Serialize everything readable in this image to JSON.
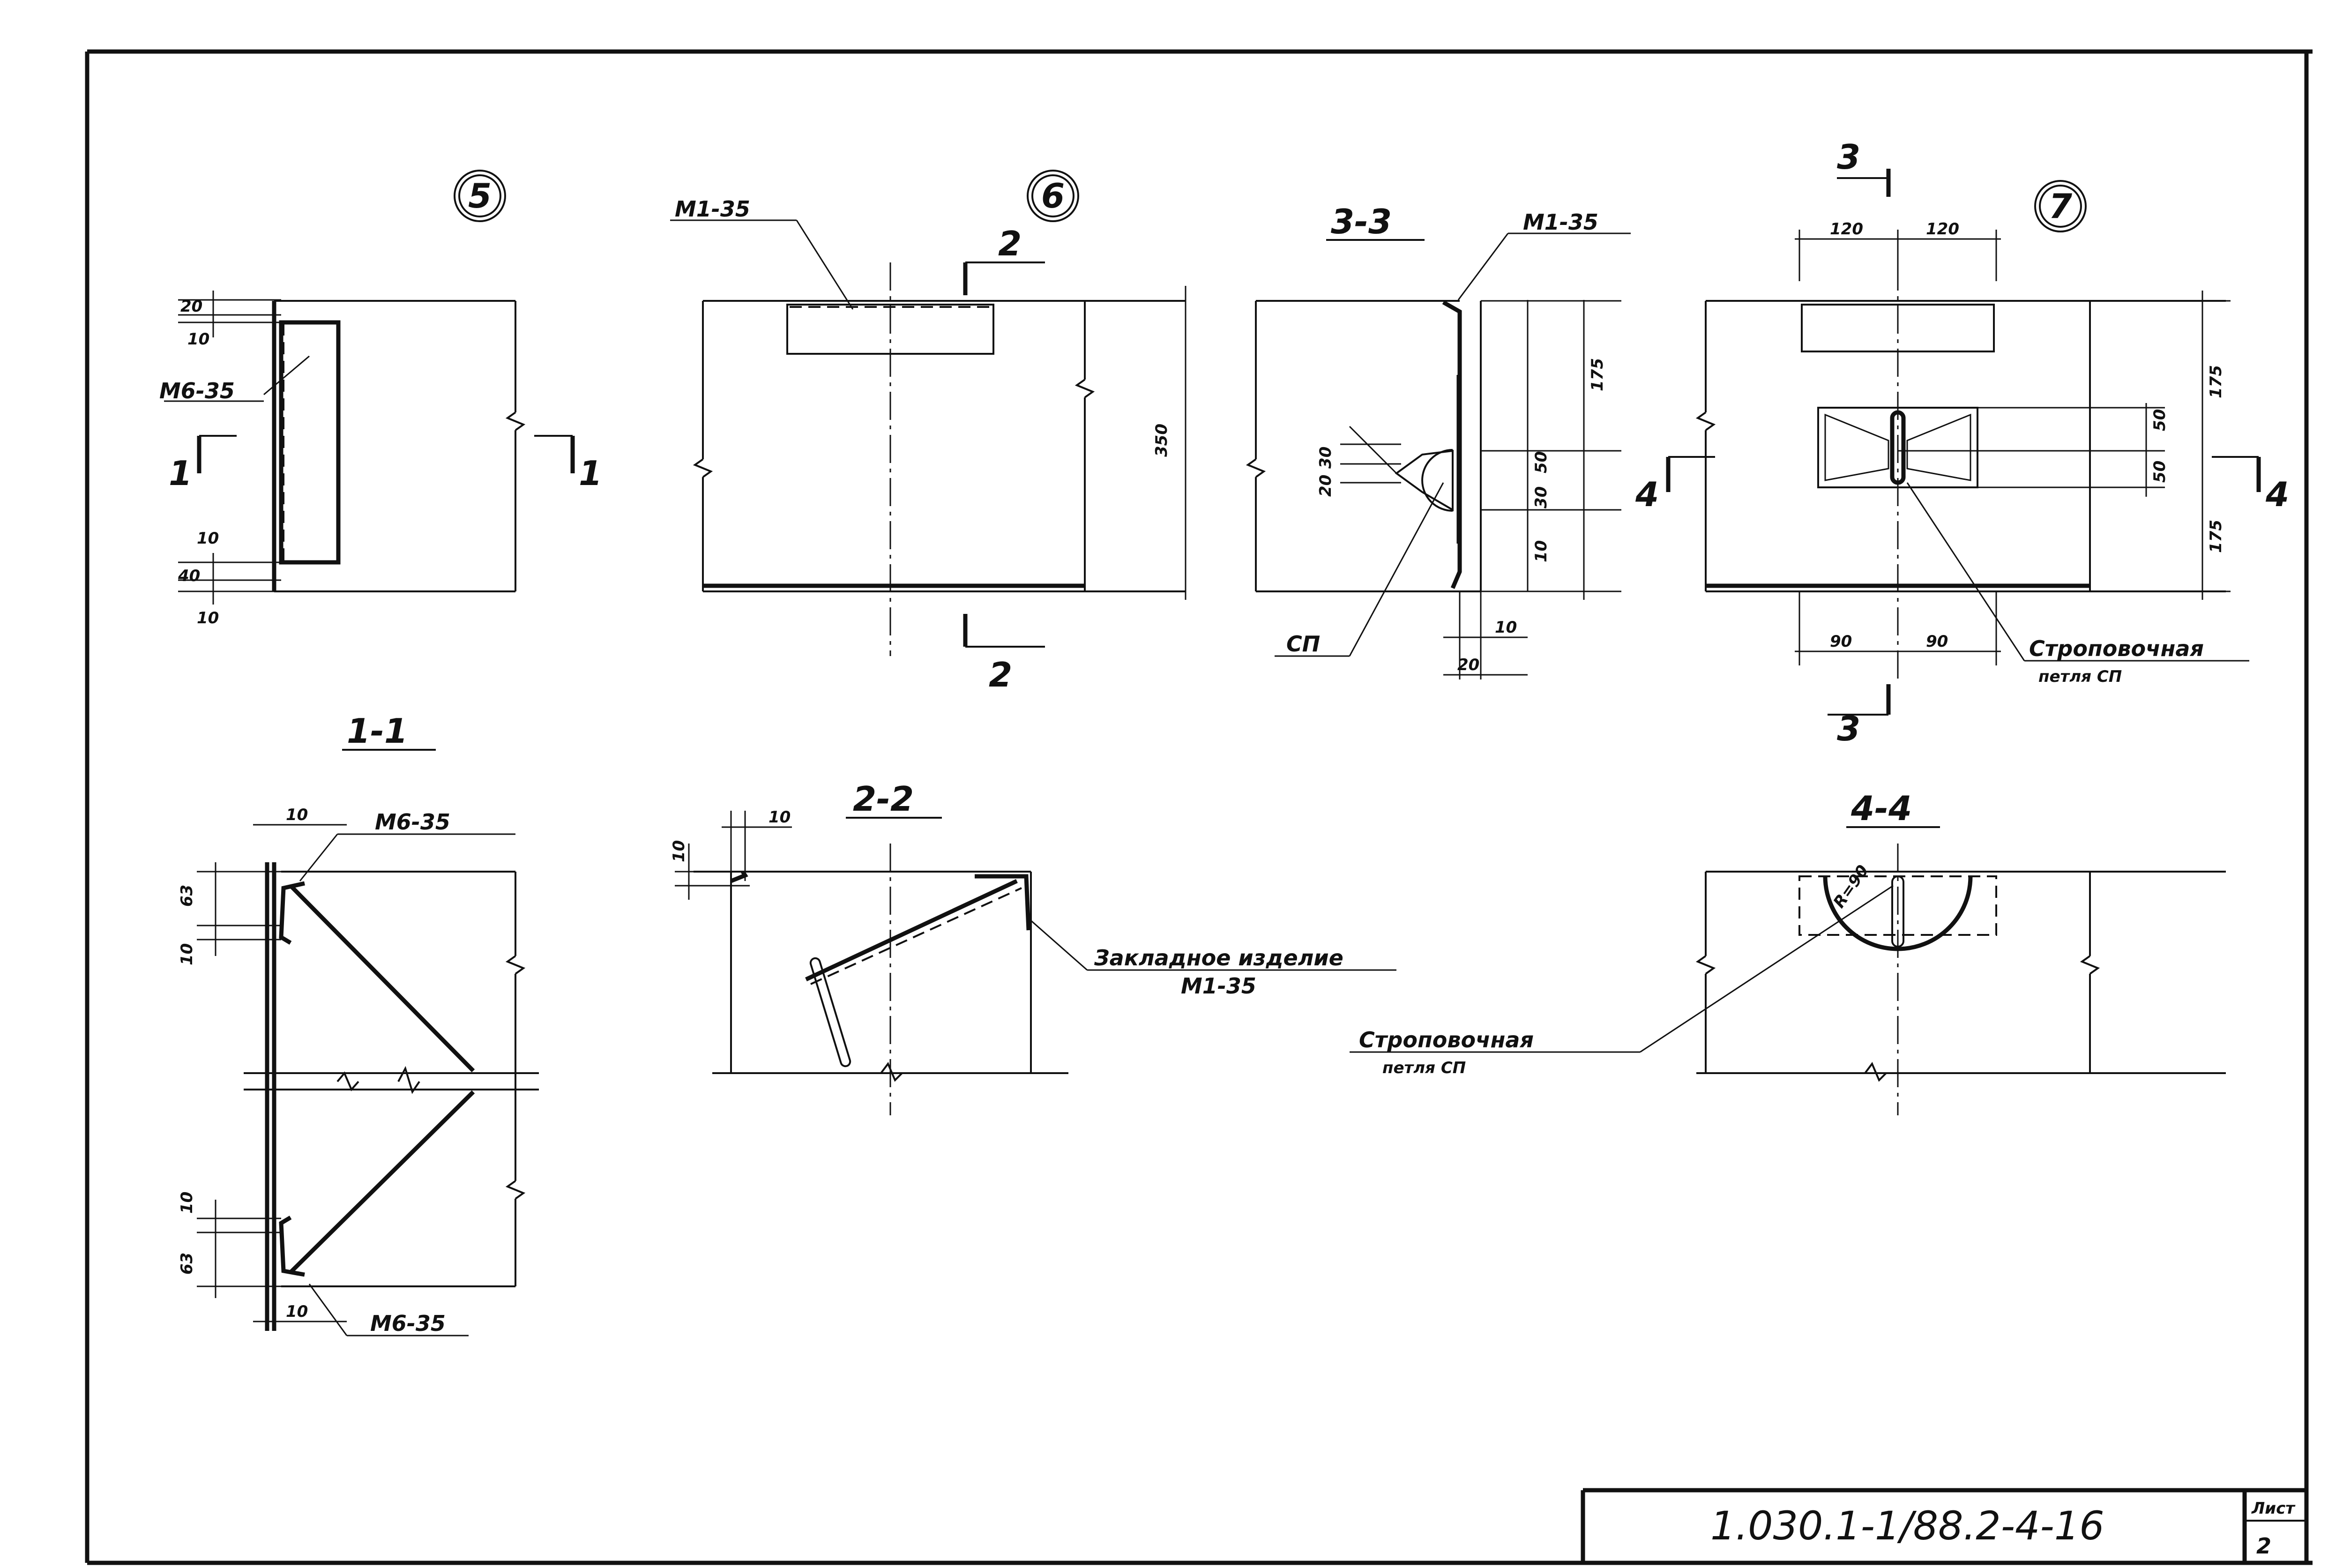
{
  "callouts": {
    "node5": "5",
    "node6": "6",
    "node7": "7"
  },
  "sections": {
    "s11": "1-1",
    "s22": "2-2",
    "s33": "3-3",
    "s44": "4-4"
  },
  "cut_marks": {
    "c1": "1",
    "c2": "2",
    "c3": "3",
    "c4": "4"
  },
  "labels": {
    "m635": "М6-35",
    "m135": "М1-35",
    "sp": "СП",
    "loop_line1": "Строповочная",
    "loop_line2": "петля СП",
    "loop_b_line1": "Строповочная",
    "loop_b_line2": "петля СП",
    "embed_line1": "Закладное изделие",
    "embed_line2": "М1-35",
    "radius": "R=90"
  },
  "dims": {
    "d10": "10",
    "d20": "20",
    "d30": "30",
    "d40": "40",
    "d50": "50",
    "d63": "63",
    "d90": "90",
    "d120": "120",
    "d175": "175",
    "d350": "350"
  },
  "title_block": {
    "code": "1.030.1-1/88.2-4-16",
    "sheet_label": "Лист",
    "sheet_number": "2"
  }
}
